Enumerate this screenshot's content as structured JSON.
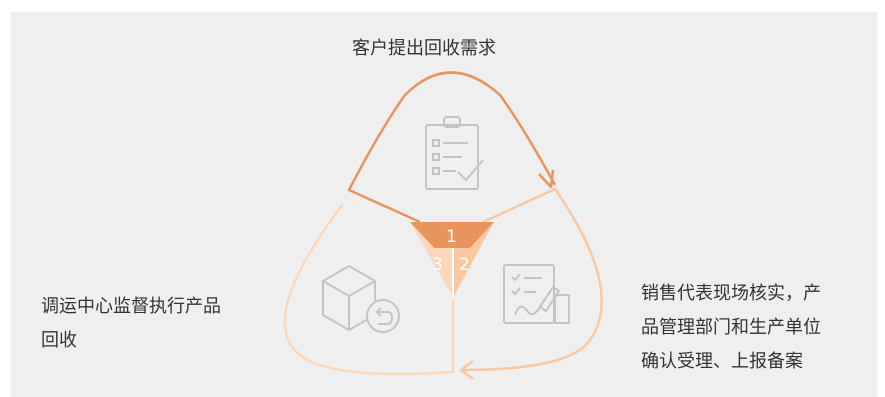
{
  "steps": [
    {
      "number": "1",
      "text": "客户提出回收需求"
    },
    {
      "number": "2",
      "text_lines": [
        "销售代表现场核实，产",
        "品管理部门和生产单位",
        "确认受理、上报备案"
      ]
    },
    {
      "number": "3",
      "text_lines": [
        "调运中心监督执行产品",
        "回收"
      ]
    }
  ],
  "icons": [
    "clipboard-checklist-icon",
    "signature-document-icon",
    "box-return-icon"
  ],
  "colors": {
    "background": "#efefef",
    "step1": "#e8945c",
    "step2": "#f9c8a0",
    "step3": "#fbd8bb",
    "icon": "#c4c4c4",
    "text": "#333333"
  }
}
